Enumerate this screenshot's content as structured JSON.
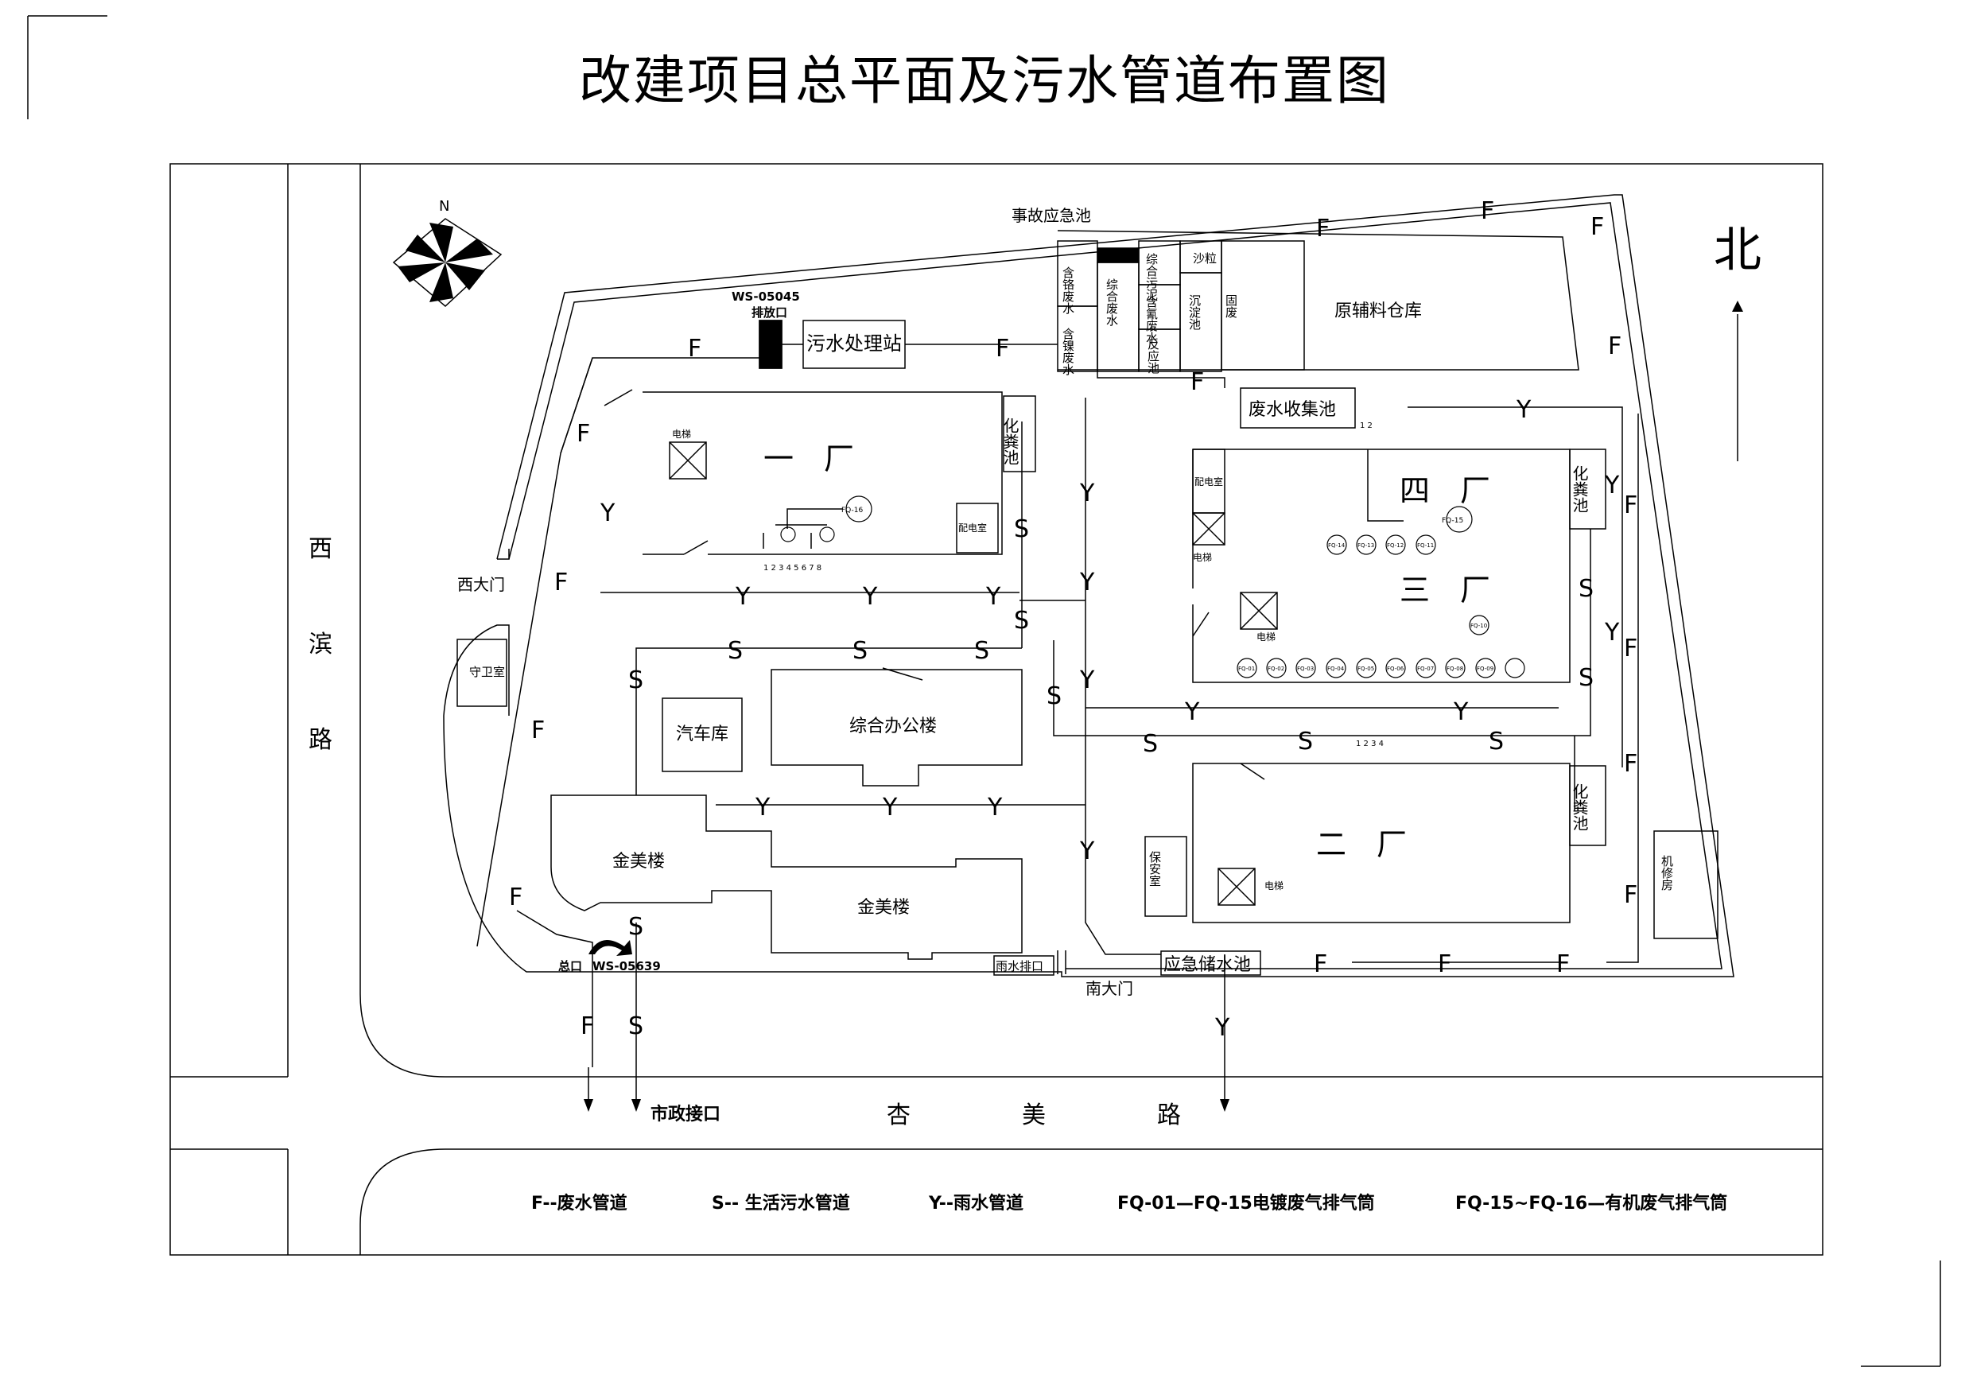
{
  "title": "改建项目总平面及污水管道布置图",
  "compass": {
    "north_small": "N",
    "north_big": "北"
  },
  "roads": {
    "west": [
      "西",
      "滨",
      "路"
    ],
    "south": [
      "杏",
      "美",
      "路"
    ],
    "municipal": "市政接口"
  },
  "buildings": {
    "plant1": "一　厂",
    "plant2": "二　厂",
    "plant3": "三　厂",
    "plant4": "四　厂",
    "sewage_station": "污水处理站",
    "warehouse": "原辅料仓库",
    "office": "综合办公楼",
    "garage": "汽车库",
    "jinmei1": "金美楼",
    "jinmei2": "金美楼",
    "guard": "守卫室",
    "security": "保安室",
    "repair": "机修房",
    "wastewater_pool": "废水收集池",
    "emergency_storage": "应急储水池",
    "accident_pool": "事故应急池",
    "septic1": "化粪池",
    "septic2": "化粪池",
    "septic3": "化粪池",
    "chrome": "含铬废水",
    "nickel": "含镍废水",
    "composite_ww": "综合废水",
    "composite_sludge": "综合污泥",
    "cyanide": "含氰废水",
    "reaction": "反应池",
    "sand": "沙粒",
    "sediment": "沉淀池",
    "solid_waste": "固废",
    "elevator": "电梯",
    "power_room": "配电室"
  },
  "outlets": {
    "ws05045_code": "WS-05045",
    "ws05045_label": "排放口",
    "total_label": "总口",
    "ws05639": "WS-05639",
    "rain_outlet": "雨水排口",
    "west_gate": "西大门",
    "south_gate": "南大门"
  },
  "stacks": [
    "FQ-16",
    "FQ-15",
    "FQ-14",
    "FQ-13",
    "FQ-12",
    "FQ-11",
    "FQ-10",
    "FQ-01",
    "FQ-02",
    "FQ-03",
    "FQ-04",
    "FQ-05",
    "FQ-06",
    "FQ-07",
    "FQ-08",
    "FQ-09"
  ],
  "small_numbers": {
    "plant1_row": "1 2 3 4 5 6 7 8",
    "plant4_top": "1 2",
    "mid_row": "1  2    3  4"
  },
  "pipes": {
    "F": "F",
    "S": "S",
    "Y": "Y"
  },
  "legend": [
    "F--废水管道",
    "S-- 生活污水管道",
    "Y--雨水管道",
    "FQ-01—FQ-15电镀废气排气筒",
    "FQ-15~FQ-16—有机废气排气筒"
  ]
}
